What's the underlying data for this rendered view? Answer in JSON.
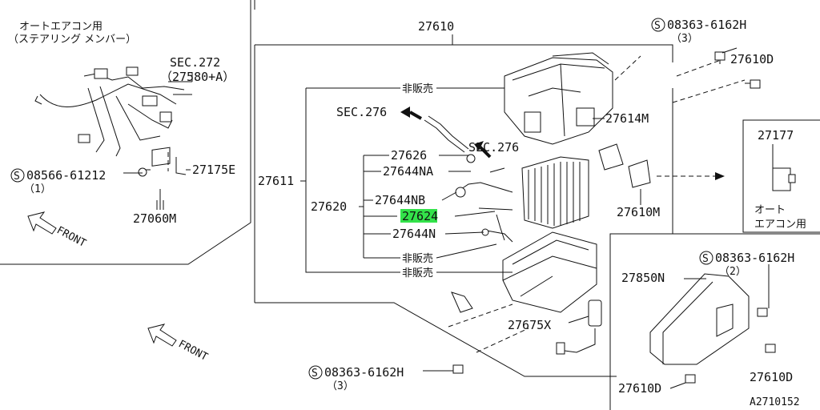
{
  "labels": {
    "top_left_note_1": "オートエアコン用",
    "top_left_note_2": "（ステアリング メンバー）",
    "sec272": "SEC.272",
    "sec272_sub": "（27580+A）",
    "p27175e": "27175E",
    "bolt_left": "08566-61212",
    "bolt_left_qty": "（1）",
    "p27060m": "27060M",
    "front1": "FRONT",
    "front2": "FRONT",
    "p27610": "27610",
    "p27611": "27611",
    "p27620": "27620",
    "not_for_sale_top": "非販売",
    "sec276_a": "SEC.276",
    "sec276_b": "SEC.276",
    "p27626": "27626",
    "p27644na": "27644NA",
    "p27644nb": "27644NB",
    "p27624": "27624",
    "p27644n": "27644N",
    "not_for_sale_mid": "非販売",
    "not_for_sale_bottom": "非販売",
    "p27614m": "27614M",
    "p27610m": "27610M",
    "bolt_top_right": "08363-6162H",
    "bolt_top_right_qty": "（3）",
    "p27610d_top": "27610D",
    "p27177": "27177",
    "auto_ac_1": "オート",
    "auto_ac_2": "エアコン用",
    "bolt_mid_right": "08363-6162H",
    "bolt_mid_right_qty": "（2）",
    "p27850n": "27850N",
    "p27675x": "27675X",
    "bolt_bottom": "08363-6162H",
    "bolt_bottom_qty": "（3）",
    "p27610d_right": "27610D",
    "p27610d_bottom": "27610D",
    "diagram_id": "A2710152",
    "screw_symbol": "S"
  },
  "highlight": {
    "part": "27624",
    "color": "#33e24a"
  }
}
